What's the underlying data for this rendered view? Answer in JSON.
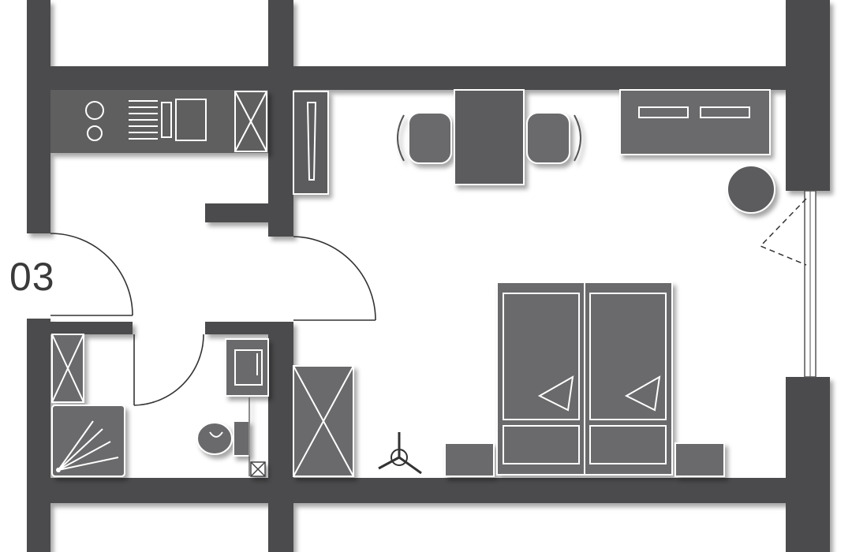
{
  "floor_plan": {
    "unit_number": "03",
    "colors": {
      "wall": "#4b4b4d",
      "furniture": "#6a6a6c",
      "outline": "#ffffff",
      "background": "#ffffff"
    },
    "rooms": [
      "kitchenette",
      "bathroom",
      "living-bedroom",
      "entry"
    ],
    "fixtures": [
      "stove-icon",
      "sink-icon",
      "refrigerator-icon",
      "cabinet-icon",
      "dining-table-icon",
      "chair-icon",
      "sofa-icon",
      "plant-icon",
      "wardrobe-icon",
      "double-bed-icon",
      "nightstand-icon",
      "shower-icon",
      "toilet-icon",
      "washbasin-icon",
      "ceiling-fan-icon"
    ]
  }
}
